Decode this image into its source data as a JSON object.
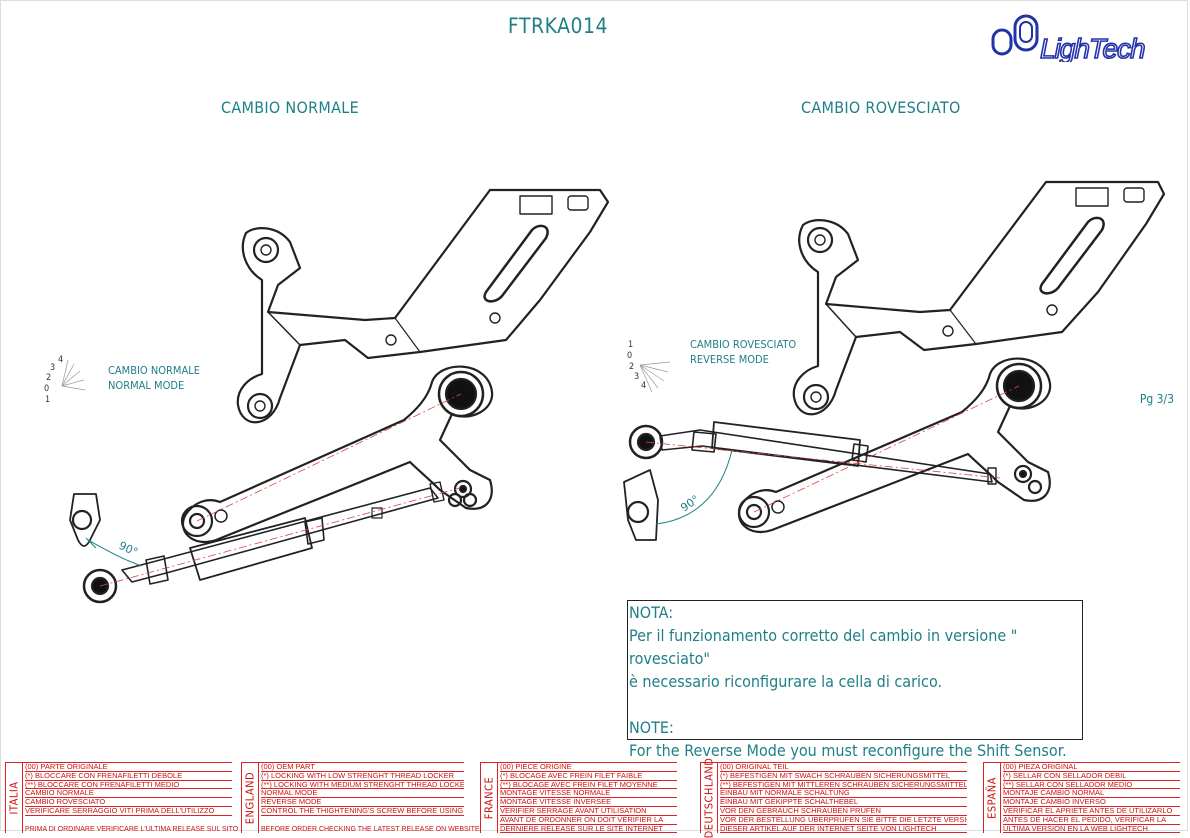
{
  "document": {
    "title": "FTRKA014",
    "page_label": "Pg 3/3"
  },
  "logo": {
    "text": "LighTech"
  },
  "sections": {
    "normal": {
      "title": "CAMBIO NORMALE",
      "mode_lines": [
        "CAMBIO NORMALE",
        "NORMAL MODE"
      ],
      "gear_numbers": [
        "4",
        "3",
        "2",
        "0",
        "1"
      ],
      "angle": "90°"
    },
    "reverse": {
      "title": "CAMBIO ROVESCIATO",
      "mode_lines": [
        "CAMBIO ROVESCIATO",
        "REVERSE MODE"
      ],
      "gear_numbers": [
        "1",
        "0",
        "2",
        "3",
        "4"
      ],
      "angle": "90°"
    }
  },
  "note": {
    "lines": [
      "NOTA:",
      "Per il funzionamento corretto del cambio in versione \" rovesciato\"",
      "è necessario riconfigurare la cella di carico.",
      "",
      "NOTE:",
      "For the Reverse Mode you must reconfigure the Shift Sensor."
    ]
  },
  "legend": [
    {
      "lang": "ITALIA",
      "rows": [
        "(00) PARTE ORIGINALE",
        "(*)   BLOCCARE CON FRENAFILETTI DEBOLE",
        "(**)  BLOCCARE CON FRENAFILETTI MEDIO",
        "CAMBIO NORMALE",
        "CAMBIO ROVESCIATO",
        "VERIFICARE SERRAGGIO VITI PRIMA DELL'UTILIZZO"
      ],
      "footer": "PRIMA DI ORDINARE VERIFICARE L'ULTIMA RELEASE SUL SITO"
    },
    {
      "lang": "ENGLAND",
      "rows": [
        "(00) OEM PART",
        "(*)   LOCKING WITH LOW STRENGHT THREAD LOCKER",
        "(**)  LOCKING WITH MEDIUM STRENGHT THREAD LOCKER",
        "NORMAL MODE",
        "REVERSE MODE",
        "CONTROL THE THIGHTENING'S SCREW BEFORE USING"
      ],
      "footer": "BEFORE ORDER CHECKING THE LATEST RELEASE ON WEBSITE"
    },
    {
      "lang": "FRANCE",
      "rows": [
        "(00) PIECE ORIGINE",
        "(*)   BLOCAGE AVEC FREIN FILET FAIBLE",
        "(**)  BLOCAGE AVEC FREIN FILET MOYENNE",
        "MONTAGE VITESSE NORMALE",
        "MONTAGE VITESSE INVERSEE",
        "VERIFIER SERRAGE AVANT UTILISATION",
        "AVANT DE ORDONNER ON DOIT VÉRIFIER LA",
        "DERNIERE RELEASE SUR LE SITE INTERNET"
      ],
      "footer": ""
    },
    {
      "lang": "DEUTSCHLAND",
      "rows": [
        "(00) ORIGINAL TEIL",
        "(*)   BEFESTIGEN MIT SWACH SCHRAUBEN SICHERUNGSMITTEL",
        "(**)  BEFESTIGEN MIT MITTLEREN SCHRAUBEN SICHERUNGSMITTEL",
        "EINBAU MIT NORMALE SCHALTUNG",
        "EINBAU MIT GEKIPPTE SCHALTHEBEL",
        "VOR DEN GEBRAUCH SCHRAUBEN PRÜFEN",
        "VOR DER BESTELLUNG ÜBERPRÜFEN SIE BITTE DIE LETZTE VERSION",
        "DIESER ARTIKEL AUF DER INTERNET SEITE VON LIGHTECH"
      ],
      "footer": ""
    },
    {
      "lang": "ESPAÑA",
      "rows": [
        "(00) PIEZA ORIGINAL",
        "(*)   SELLAR CON SELLADOR DEBIL",
        "(**)  SELLAR CON SELLADOR MEDIO",
        "MONTAJE  CAMBIO NORMAL",
        "MONTAJE CAMBIO INVERSO",
        "VERIFICAR EL APRIETE ANTES DE UTILIZARLO",
        "ANTES DE HACER EL PEDIDO, VERIFICAR LA",
        "ULTIMA VERSION EN LA WEB LIGHTECH"
      ],
      "footer": ""
    }
  ],
  "colors": {
    "accent": "#1f7f87",
    "legend": "#cc1111",
    "logo": "#2233aa"
  }
}
